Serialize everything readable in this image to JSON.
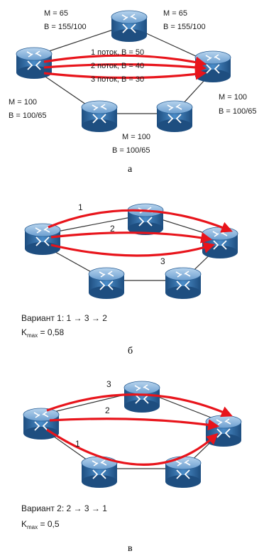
{
  "diagram_a": {
    "nodes": [
      {
        "id": "a-left-router",
        "labels": [
          "M = 100",
          "B = 100/65"
        ]
      },
      {
        "id": "a-top-router",
        "labels": [
          "M = 65",
          "B = 155/100"
        ]
      },
      {
        "id": "a-topright-label-router",
        "labels": [
          "M = 65",
          "B = 155/100"
        ]
      },
      {
        "id": "a-right-router",
        "labels": [
          "M = 100",
          "B = 100/65"
        ]
      },
      {
        "id": "a-bottom-router",
        "labels": [
          "M = 100",
          "B = 100/65"
        ]
      }
    ],
    "flows": [
      "1 поток, B = 50",
      "2 поток, B = 40",
      "3 поток, B = 30"
    ],
    "caption": "а"
  },
  "diagram_b": {
    "path_numbers": [
      "1",
      "2",
      "3"
    ],
    "variant_text": "Вариант 1: 1 → 3 → 2",
    "kmax_prefix": "K",
    "kmax_sub": "max",
    "kmax_value": " = 0,58",
    "caption": "б"
  },
  "diagram_c": {
    "path_numbers": [
      "3",
      "2",
      "1"
    ],
    "variant_text": "Вариант 2: 2 → 3 → 1",
    "kmax_prefix": "K",
    "kmax_sub": "max",
    "kmax_value": " = 0,5",
    "caption": "в"
  },
  "colors": {
    "router": "#3f7fb8",
    "flow": "#e8141b",
    "link": "#333333"
  }
}
